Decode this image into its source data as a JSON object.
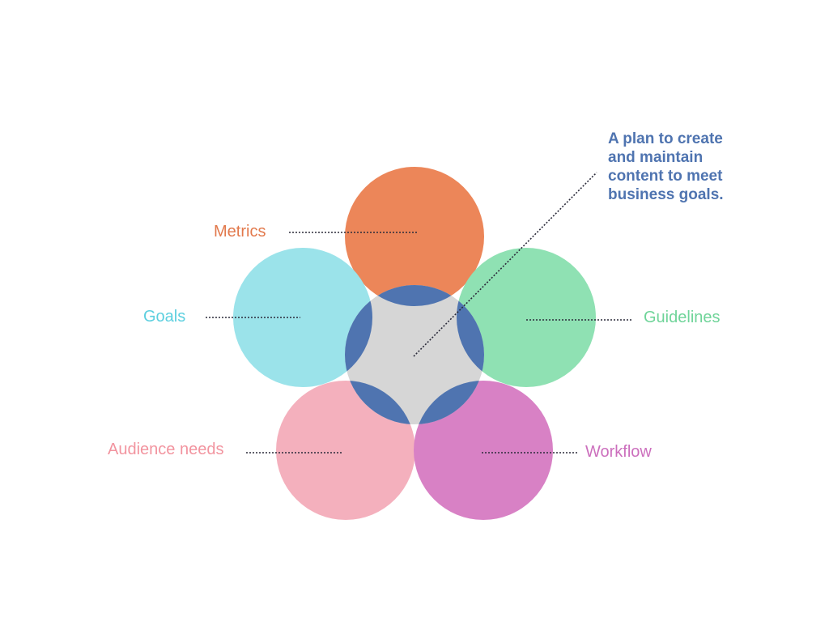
{
  "diagram": {
    "core": {
      "lines": [
        "A plan to create",
        "and maintain",
        "content to meet",
        "business goals."
      ],
      "color": "#4f74b0",
      "fill": "#d6d6d6"
    },
    "elements": [
      {
        "id": "metrics",
        "label": "Metrics",
        "color": "#ec8659"
      },
      {
        "id": "goals",
        "label": "Goals",
        "color": "#9be3ea"
      },
      {
        "id": "guidelines",
        "label": "Guidelines",
        "color": "#8fe1b3"
      },
      {
        "id": "audience-needs",
        "label": "Audience needs",
        "color": "#f4b0bd"
      },
      {
        "id": "workflow",
        "label": "Workflow",
        "color": "#d881c5"
      }
    ],
    "label_colors": {
      "metrics": "#e2794c",
      "goals": "#5ccfdf",
      "guidelines": "#6fd499",
      "audience-needs": "#f2949f",
      "workflow": "#cc6fbd"
    }
  }
}
